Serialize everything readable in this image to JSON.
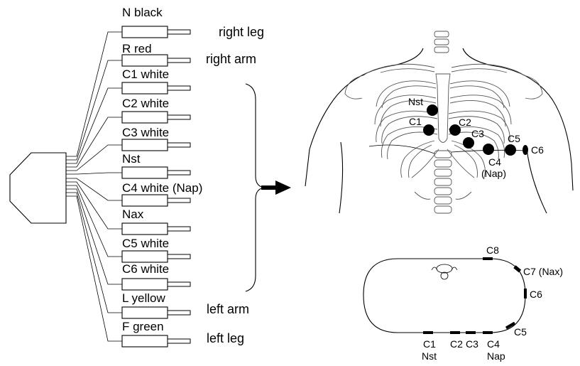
{
  "leads": [
    {
      "label": "N black"
    },
    {
      "label": "R red"
    },
    {
      "label": "C1 white"
    },
    {
      "label": "C2 white"
    },
    {
      "label": "C3 white"
    },
    {
      "label": "Nst"
    },
    {
      "label": "C4 white (Nap)"
    },
    {
      "label": "Nax"
    },
    {
      "label": "C5 white"
    },
    {
      "label": "C6 white"
    },
    {
      "label": "L yellow"
    },
    {
      "label": "F green"
    }
  ],
  "limb_labels": {
    "right_leg": "right leg",
    "right_arm": "right arm",
    "left_arm": "left arm",
    "left_leg": "left leg"
  },
  "chest_electrodes": {
    "nst": "Nst",
    "c1": "C1",
    "c2": "C2",
    "c3": "C3",
    "c4": "C4",
    "c4_sub": "(Nap)",
    "c5": "C5",
    "c6": "C6"
  },
  "cross_section": {
    "c8": "C8",
    "c7": "C7 (Nax)",
    "c6": "C6",
    "c5": "C5",
    "c4": "C4",
    "nap": "Nap",
    "c3": "C3",
    "c2": "C2",
    "c1": "C1",
    "nst": "Nst"
  },
  "colors": {
    "line": "#000000",
    "bone": "#555555",
    "electrode": "#000000"
  }
}
